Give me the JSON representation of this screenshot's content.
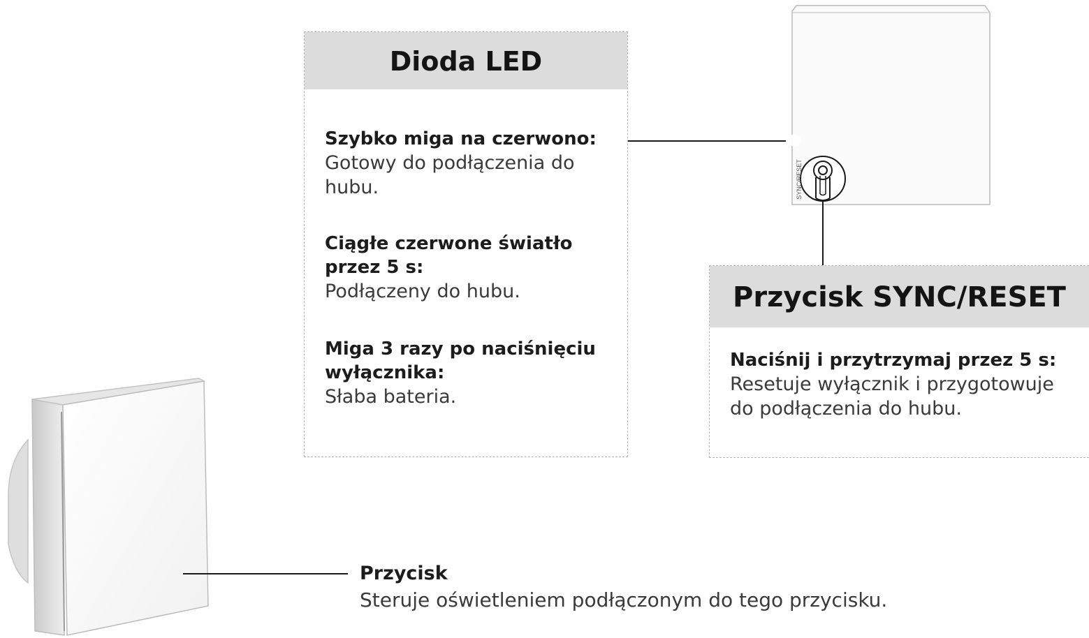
{
  "led_panel": {
    "title": "Dioda LED",
    "items": [
      {
        "title": "Szybko miga na czerwono:",
        "desc": "Gotowy do podłączenia do hubu."
      },
      {
        "title": "Ciągłe czerwone światło przez 5 s:",
        "desc": "Podłączeny do hubu."
      },
      {
        "title": "Miga 3 razy po naciśnięciu wyłącznika:",
        "desc": "Słaba bateria."
      }
    ]
  },
  "sync_panel": {
    "title": "Przycisk SYNC/RESET",
    "items": [
      {
        "title": "Naciśnij i przytrzymaj przez 5 s:",
        "desc": "Resetuje wyłącznik i przygotowuje do podłączenia do hubu."
      }
    ]
  },
  "button_label": {
    "title": "Przycisk",
    "desc": "Steruje oświetleniem podłączonym do tego przycisku."
  },
  "device_back": {
    "sync_text": "SYNC/RESET"
  },
  "colors": {
    "header_bg": "#dcdcdc",
    "dash_border": "#b3b3b3",
    "leader_line": "#1a1a1a"
  }
}
